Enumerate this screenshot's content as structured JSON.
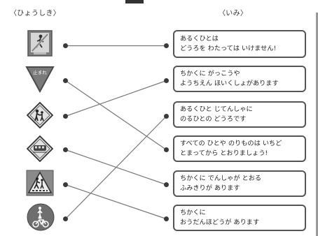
{
  "header": {
    "left": "〈ひょうしき〉",
    "right": "〈いみ〉"
  },
  "signs": [
    {
      "id": "no-pedestrian",
      "label": ""
    },
    {
      "id": "stop",
      "label": "止まれ"
    },
    {
      "id": "school-zone",
      "label": ""
    },
    {
      "id": "railroad-crossing",
      "label": ""
    },
    {
      "id": "pedestrian-crossing",
      "label": ""
    },
    {
      "id": "pedestrian-bicycle-path",
      "label": ""
    }
  ],
  "meanings": [
    {
      "text": "あるくひとは\nどうろを わたっては いけません!"
    },
    {
      "text": "ちかくに がっこうや\nようちえん ほいくしょがあります"
    },
    {
      "text": "あるくひと じてんしゃに\nのるひとの どうろです"
    },
    {
      "text": "すべての ひとや のりものは いちど\nとまってから とおりましょう!"
    },
    {
      "text": "ちかくに でんしゃが とおる\nふみきりが あります"
    },
    {
      "text": "ちかくに\nおうだんほどうが あります"
    }
  ],
  "connections": [
    {
      "sign": 0,
      "meaning": 0
    },
    {
      "sign": 1,
      "meaning": 3
    },
    {
      "sign": 2,
      "meaning": 1
    },
    {
      "sign": 3,
      "meaning": 4
    },
    {
      "sign": 4,
      "meaning": 5
    },
    {
      "sign": 5,
      "meaning": 2
    }
  ],
  "colors": {
    "line": "#777777",
    "dot": "#3a3a3a",
    "sign_fill": "#8a8a8a",
    "sign_dark": "#555555"
  }
}
